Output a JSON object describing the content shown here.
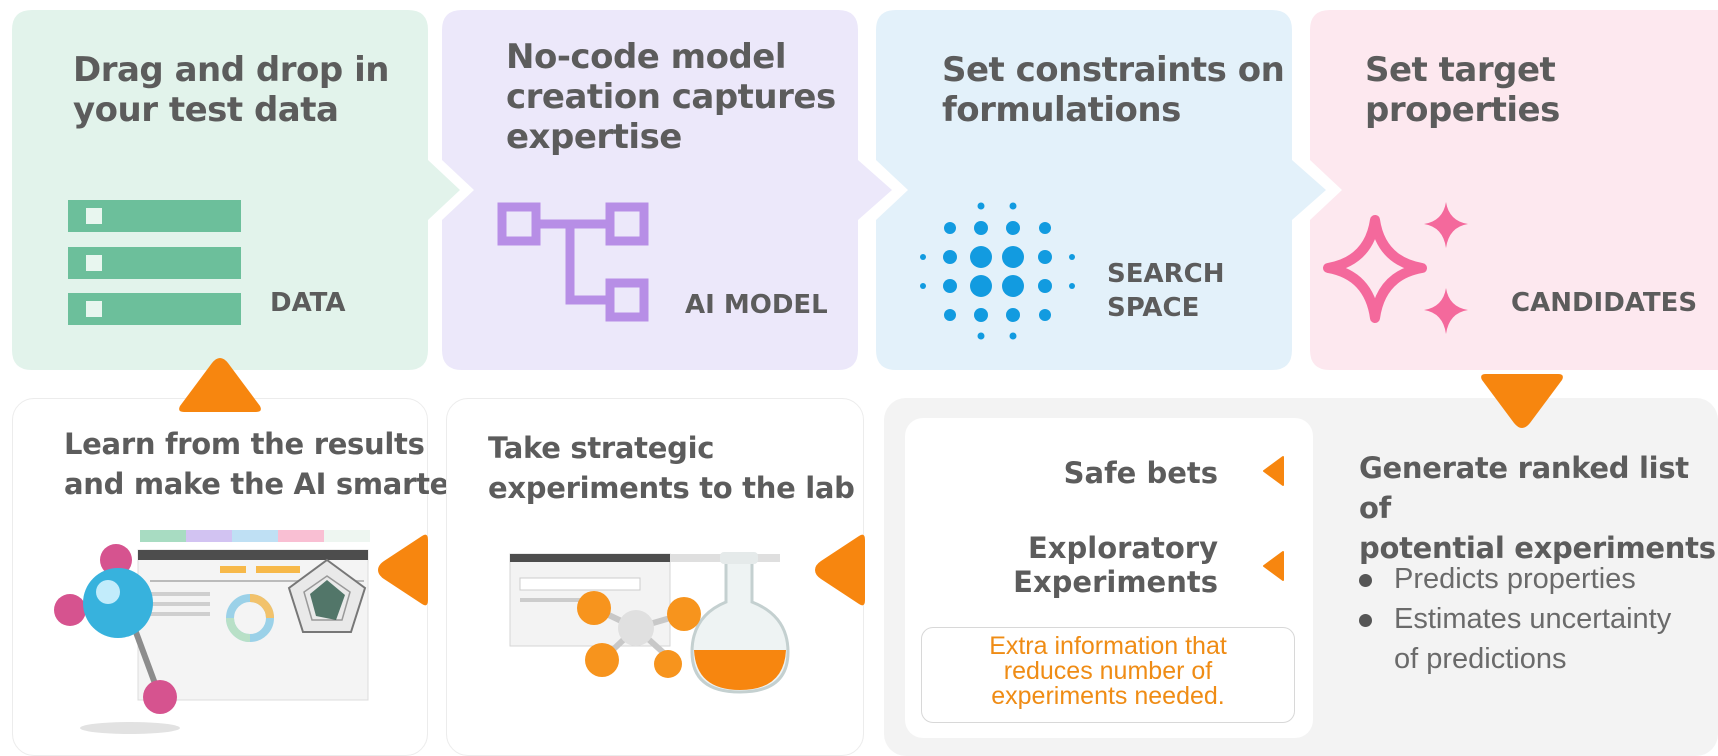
{
  "colors": {
    "data_bg": "#e2f3eb",
    "model_bg": "#ece8fa",
    "search_bg": "#e3f1fa",
    "candidates_bg": "#fde8ef",
    "accent_orange": "#f7860f",
    "data_icon": "#6cbf9b",
    "model_icon": "#b78ee6",
    "search_icon": "#129be0",
    "candidates_icon": "#f4699c"
  },
  "steps": {
    "data": {
      "title": "Drag and drop in\nyour test data",
      "label": "DATA",
      "icon": "table-rows-icon"
    },
    "model": {
      "title": "No-code model\ncreation captures\nexpertise",
      "label": "AI MODEL",
      "icon": "flowchart-icon"
    },
    "search": {
      "title": "Set constraints on\nformulations",
      "label": "SEARCH\nSPACE",
      "icon": "dot-grid-icon"
    },
    "candidates": {
      "title": "Set target\nproperties",
      "label": "CANDIDATES",
      "icon": "sparkle-icon"
    }
  },
  "learn": {
    "title": "Learn from the results\nand make the AI smarter",
    "illustration": "molecule-dashboard-illustration"
  },
  "lab": {
    "title": "Take strategic\nexperiments to the lab",
    "illustration": "lab-flask-illustration"
  },
  "results": {
    "options": [
      {
        "label": "Safe bets"
      },
      {
        "label": "Exploratory\nExperiments"
      }
    ],
    "note": "Extra information that\nreduces number of\nexperiments needed.",
    "title": "Generate ranked list of\npotential experiments",
    "bullets": [
      "Predicts properties",
      "Estimates uncertainty\nof predictions"
    ]
  }
}
